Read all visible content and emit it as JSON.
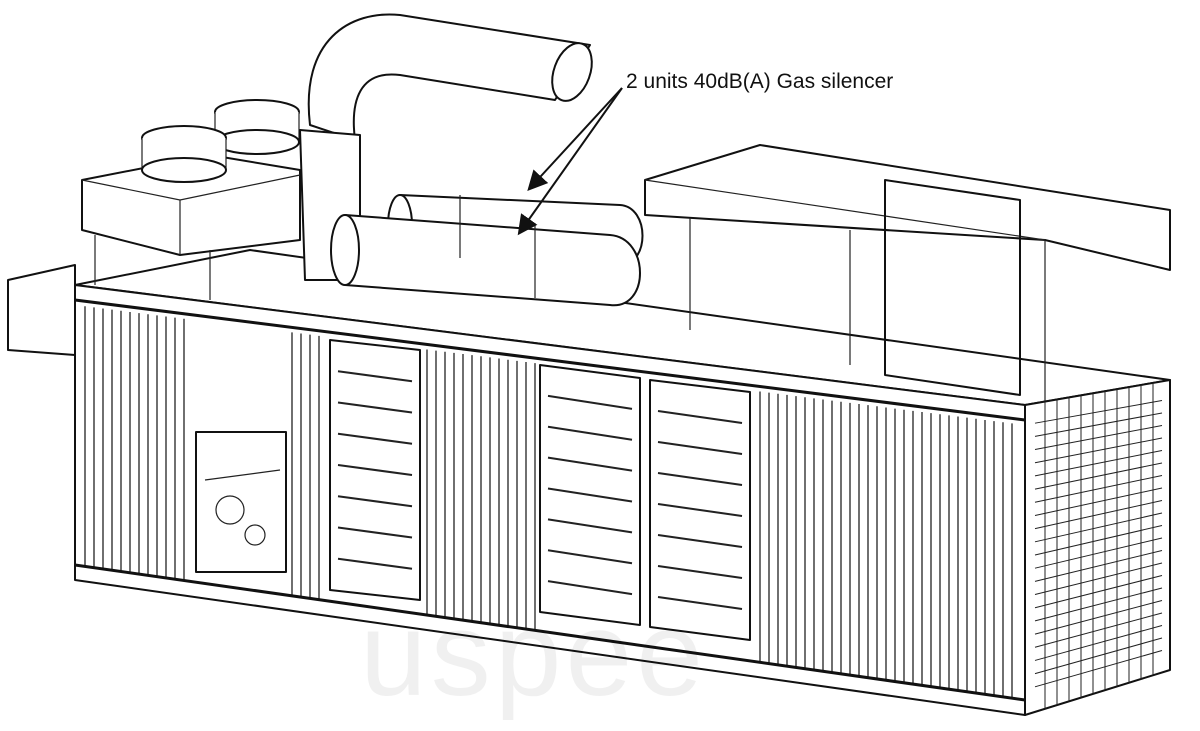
{
  "annotation": {
    "label": "2 units 40dB(A) Gas silencer",
    "arrow_count": 2
  },
  "watermark": "uspee",
  "colors": {
    "line": "#111111",
    "background": "#ffffff"
  }
}
